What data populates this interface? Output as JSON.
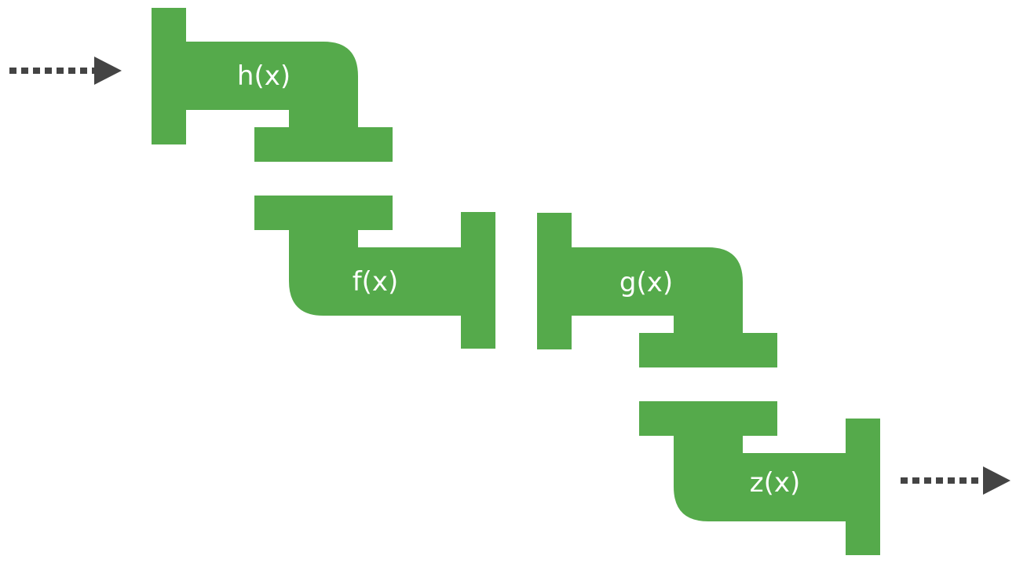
{
  "colors": {
    "pipe": "#55aa4b",
    "arrow": "#444444",
    "label": "#ffffff",
    "background": "#ffffff"
  },
  "pipes": [
    {
      "id": "h",
      "label": "h(x)"
    },
    {
      "id": "f",
      "label": "f(x)"
    },
    {
      "id": "g",
      "label": "g(x)"
    },
    {
      "id": "z",
      "label": "z(x)"
    }
  ],
  "arrows": [
    {
      "id": "input",
      "icon": "dotted-arrow-right-icon"
    },
    {
      "id": "output",
      "icon": "dotted-arrow-right-icon"
    }
  ]
}
